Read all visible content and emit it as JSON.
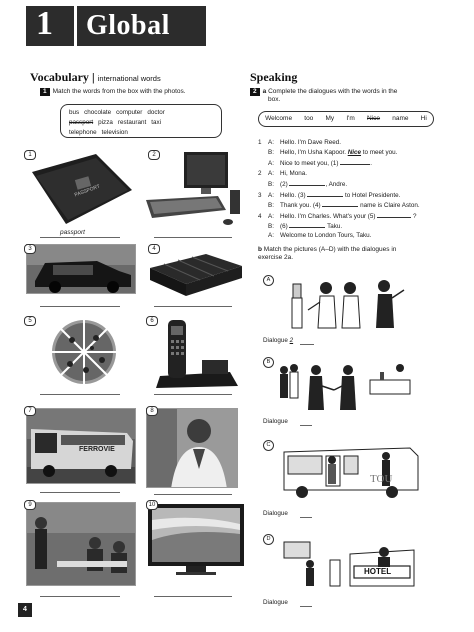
{
  "unit": {
    "number": "1",
    "title": "Global"
  },
  "vocabulary": {
    "heading": "Vocabulary",
    "separator": "|",
    "subheading": "international words",
    "ex1_badge": "1",
    "ex1_instruction": "Match the words from the box with the photos.",
    "words": [
      "bus",
      "chocolate",
      "computer",
      "doctor",
      "passport",
      "pizza",
      "restaurant",
      "taxi",
      "telephone",
      "television"
    ],
    "example_answer": "passport",
    "photo_numbers": [
      "1",
      "2",
      "3",
      "4",
      "5",
      "6",
      "7",
      "8",
      "9",
      "10"
    ]
  },
  "speaking": {
    "heading": "Speaking",
    "ex2_badge": "2",
    "ex2a_letter": "a",
    "ex2a_instruction_1": "Complete the dialogues with the words in the",
    "ex2a_instruction_2": "box.",
    "box_words": [
      "Welcome",
      "too",
      "My",
      "I'm",
      "Nice",
      "name",
      "Hi"
    ],
    "d1": {
      "num": "1",
      "a_spk": "A:",
      "a1": "Hello. I'm Dave Reed.",
      "b_spk": "B:",
      "b1_pre": "Hello, I'm Usha Kapoor.",
      "b1_fill": "Nice",
      "b1_post": "to meet you.",
      "a2_spk": "A:",
      "a2_pre": "Nice to meet you, (1)",
      "a2_post": "."
    },
    "d2": {
      "num": "2",
      "a_spk": "A:",
      "a1": "Hi, Mona.",
      "b_spk": "B:",
      "b1_pre": "(2)",
      "b1_post": ", Andre."
    },
    "d3": {
      "num": "3",
      "a_spk": "A:",
      "a1_pre": "Hello. (3)",
      "a1_post": "to Hotel Presidente.",
      "b_spk": "B:",
      "b1_pre": "Thank you. (4)",
      "b1_post": "name is Claire Aston."
    },
    "d4": {
      "num": "4",
      "a_spk": "A:",
      "a1_pre": "Hello. I'm Charles. What's your (5)",
      "a1_post": "?",
      "b_spk": "B:",
      "b1_pre": "(6)",
      "b1_post": "Taku.",
      "a2_spk": "A:",
      "a2": "Welcome to London Tours, Taku."
    },
    "ex2b_letter": "b",
    "ex2b_instruction_1": "Match the pictures (A–D) with the dialogues in",
    "ex2b_instruction_2": "exercise 2a.",
    "pictures": [
      {
        "letter": "A",
        "label": "Dialogue",
        "answer": "2"
      },
      {
        "letter": "B",
        "label": "Dialogue",
        "answer": ""
      },
      {
        "letter": "C",
        "label": "Dialogue",
        "answer": ""
      },
      {
        "letter": "D",
        "label": "Dialogue",
        "answer": ""
      }
    ],
    "sign_text": "HOTEL",
    "bus_text": "TOU"
  },
  "photo_text": {
    "passport_cover": "PASSPORT",
    "bus_sign": "FERROVIE"
  },
  "page_number": "4",
  "colors": {
    "banner": "#2c2c2c",
    "ink": "#1a1a1a"
  }
}
